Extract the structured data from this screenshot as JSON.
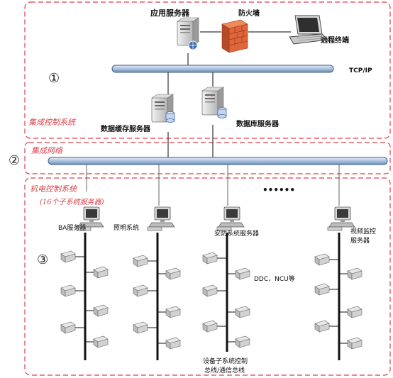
{
  "zones": {
    "zone1": {
      "marker": "①",
      "label": "集成控制系统"
    },
    "zone2": {
      "marker": "②",
      "label": "集成网络"
    },
    "zone3": {
      "marker": "③",
      "label": "机电控制系统",
      "sublabel": "(16个子系统服务器)"
    }
  },
  "nodes": {
    "app_server": "应用服务器",
    "firewall": "防火墙",
    "remote_terminal": "远程终端",
    "tcpip": "TCP/IP",
    "cache_server": "数据缓存服务器",
    "db_server": "数据库服务器",
    "more": "••••••"
  },
  "subsystems": [
    {
      "label": "BA服务器"
    },
    {
      "label": "照明系统"
    },
    {
      "label": "安防系统服务器"
    },
    {
      "label": "视频监控",
      "label2": "服务器"
    }
  ],
  "annotations": {
    "ddc": "DDC、NCU等",
    "bus_line1": "设备子系统控制",
    "bus_line2": "总线/通信总线"
  },
  "colors": {
    "zone_border": "#d9414b",
    "bus_fill": "#b9cde6",
    "bus_stroke": "#3d5b80",
    "firewall": "#e1653b",
    "server": "#c9c9c9"
  }
}
